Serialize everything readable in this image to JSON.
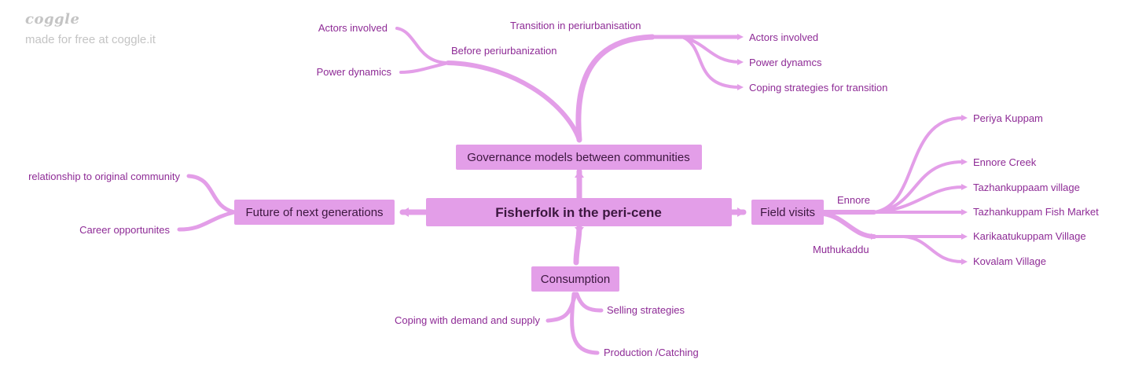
{
  "watermark": {
    "logo": "coggle",
    "text": "made for free at coggle.it"
  },
  "colors": {
    "branch": "#e39ee8",
    "node_fill": "#e39ee8",
    "node_text": "#3c173f",
    "leaf_text": "#8e2b96",
    "watermark": "#c4c4c4"
  },
  "root": {
    "label": "Fisherfolk in the peri-cene"
  },
  "governance": {
    "label": "Governance models between communities",
    "before": {
      "label": "Before periurbanization",
      "children": [
        "Actors involved",
        "Power dynamics"
      ]
    },
    "transition": {
      "label": "Transition in periurbanisation",
      "children": [
        "Actors involved",
        "Power dynamcs",
        "Coping strategies for transition"
      ]
    }
  },
  "future": {
    "label": "Future of next generations",
    "children": [
      "relationship to original community",
      "Career opportunites"
    ]
  },
  "field_visits": {
    "label": "Field visits",
    "ennore": {
      "label": "Ennore",
      "children": [
        "Periya Kuppam",
        "Ennore Creek",
        "Tazhankuppaam village",
        "Tazhankuppam Fish Market"
      ]
    },
    "muthukaddu": {
      "label": "Muthukaddu",
      "children": [
        "Karikaatukuppam Village",
        "Kovalam Village"
      ]
    }
  },
  "consumption": {
    "label": "Consumption",
    "children": [
      "Coping with demand and supply",
      "Selling strategies",
      "Production /Catching"
    ]
  }
}
